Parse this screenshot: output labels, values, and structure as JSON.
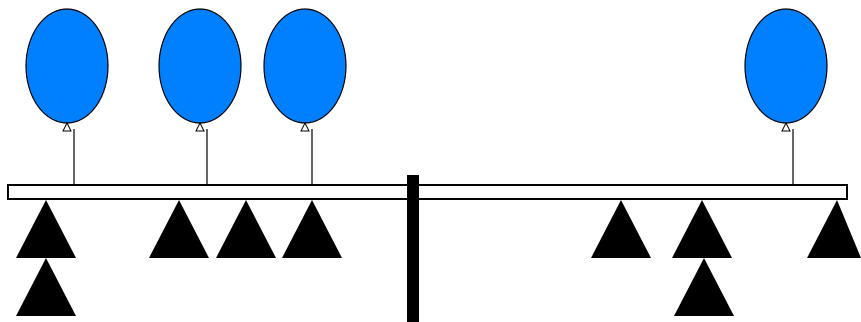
{
  "colors": {
    "balloon_fill": "#0080ff",
    "outline": "#000000",
    "weight_fill": "#000000",
    "beam_fill": "#ffffff",
    "background": "#ffffff"
  },
  "left_side": {
    "balloons": 3,
    "weights": 5
  },
  "right_side": {
    "balloons": 1,
    "weights": 4
  }
}
